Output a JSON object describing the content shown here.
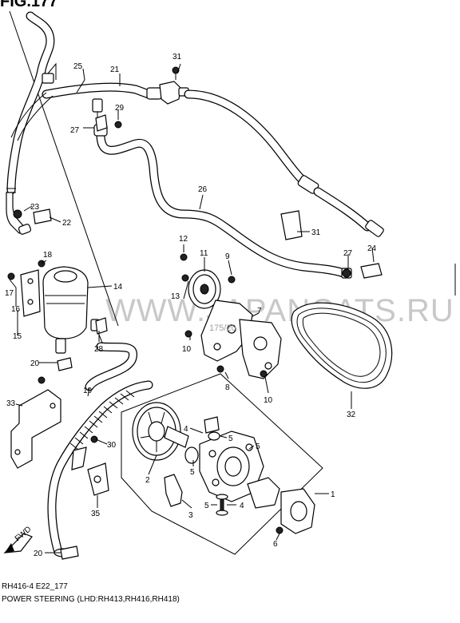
{
  "figure_title": "FIG.177",
  "watermark": "WWW.JAPANCATS.RU",
  "stamp": "175/20",
  "direction_badge": "FWD",
  "callouts": {
    "c1": "1",
    "c2": "2",
    "c3": "3",
    "c4a": "4",
    "c4b": "4",
    "c5a": "5",
    "c5b": "5",
    "c5c": "5",
    "c5d": "5",
    "c6": "6",
    "c7": "7",
    "c8": "8",
    "c9": "9",
    "c10a": "10",
    "c10b": "10",
    "c11": "11",
    "c12": "12",
    "c13": "13",
    "c14": "14",
    "c15": "15",
    "c16": "16",
    "c17": "17",
    "c18": "18",
    "c19": "19",
    "c20a": "20",
    "c20b": "20",
    "c21": "21",
    "c22": "22",
    "c23": "23",
    "c24": "24",
    "c25": "25",
    "c26": "26",
    "c27a": "27",
    "c27b": "27",
    "c28": "28",
    "c29": "29",
    "c30": "30",
    "c31a": "31",
    "c31b": "31",
    "c32": "32",
    "c33": "33",
    "c35": "35"
  },
  "caption": {
    "code": "RH416-4 E22_177",
    "title": "POWER STEERING (LHD:RH413,RH416,RH418)"
  }
}
